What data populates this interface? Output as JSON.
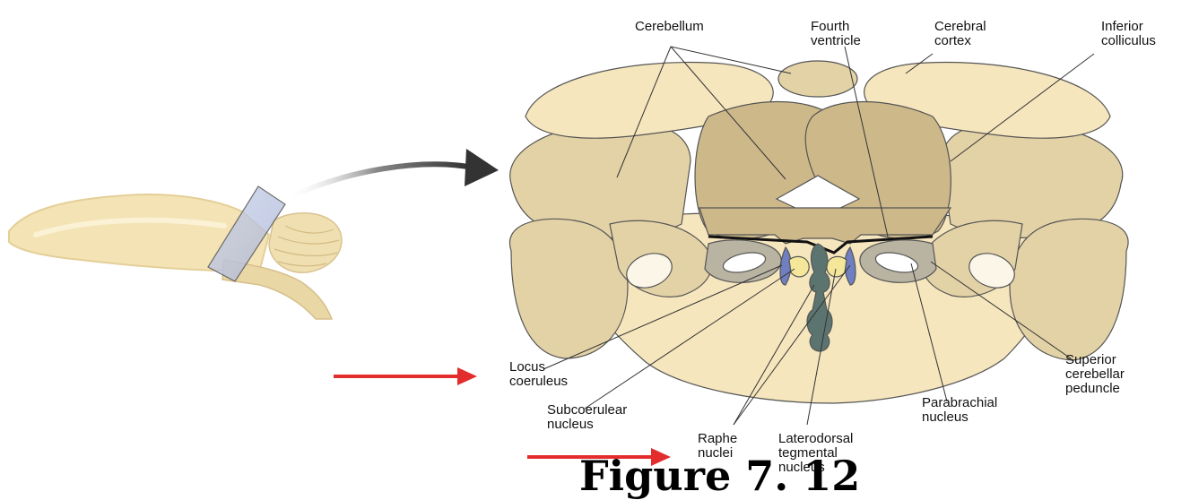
{
  "labels": {
    "cerebellum": "Cerebellum",
    "fourth_ventricle": "Fourth\nventricle",
    "cerebral_cortex": "Cerebral\ncortex",
    "inferior_colliculus": "Inferior\ncolliculus",
    "locus_coeruleus": "Locus\ncoeruleus",
    "subcoerulear_nucleus": "Subcoerulear\nnucleus",
    "raphe_nuclei": "Raphe\nnuclei",
    "laterodorsal_tegmental_nucleus": "Laterodorsal\ntegmental\nnucleus",
    "parabrachial_nucleus": "Parabrachial\nnucleus",
    "superior_cerebellar_peduncle": "Superior\ncerebellar\npeduncle"
  },
  "figure_title": "Figure 7. 12",
  "colors": {
    "tissue_light": "#f6e6bd",
    "tissue_mid": "#e3d2a6",
    "tissue_dark": "#cdb88a",
    "outline": "#555555",
    "nucleus_blue": "#6f7fc0",
    "nucleus_yellow": "#f4e79a",
    "raphe_green": "#5b7470",
    "peduncle_gray": "#b9b3a2",
    "pointer_arrow_red": "#e32d2d",
    "curved_arrow_dark": "#333333"
  }
}
